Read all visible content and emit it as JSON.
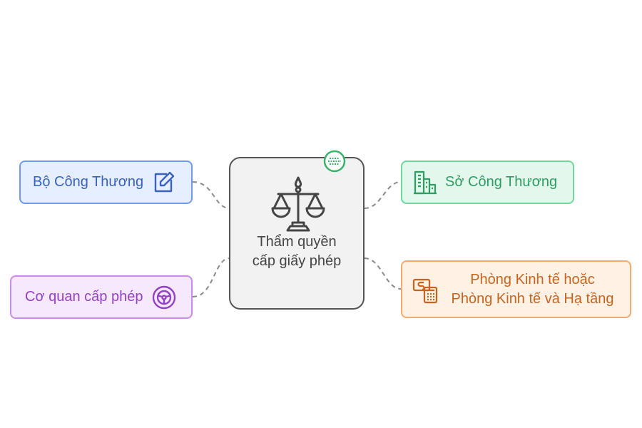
{
  "central": {
    "title": "Thẩm quyền cấp giấy phép",
    "icon": "balance-scale-icon"
  },
  "nodes": {
    "bo_cong_thuong": {
      "label": "Bộ Công Thương",
      "icon": "edit-icon",
      "color": "#6e9af2"
    },
    "so_cong_thuong": {
      "label": "Sở Công Thương",
      "icon": "buildings-icon",
      "color": "#6fd89c"
    },
    "co_quan_cap_phep": {
      "label": "Cơ quan cấp phép",
      "icon": "steering-wheel-icon",
      "color": "#c98ae8"
    },
    "phong_kinh_te": {
      "line1": "Phòng Kinh tế hoặc",
      "line2": "Phòng Kinh tế và Hạ tầng",
      "icon": "money-calculator-icon",
      "color": "#f4ab70"
    }
  },
  "connector_color": "#8a8a8a"
}
